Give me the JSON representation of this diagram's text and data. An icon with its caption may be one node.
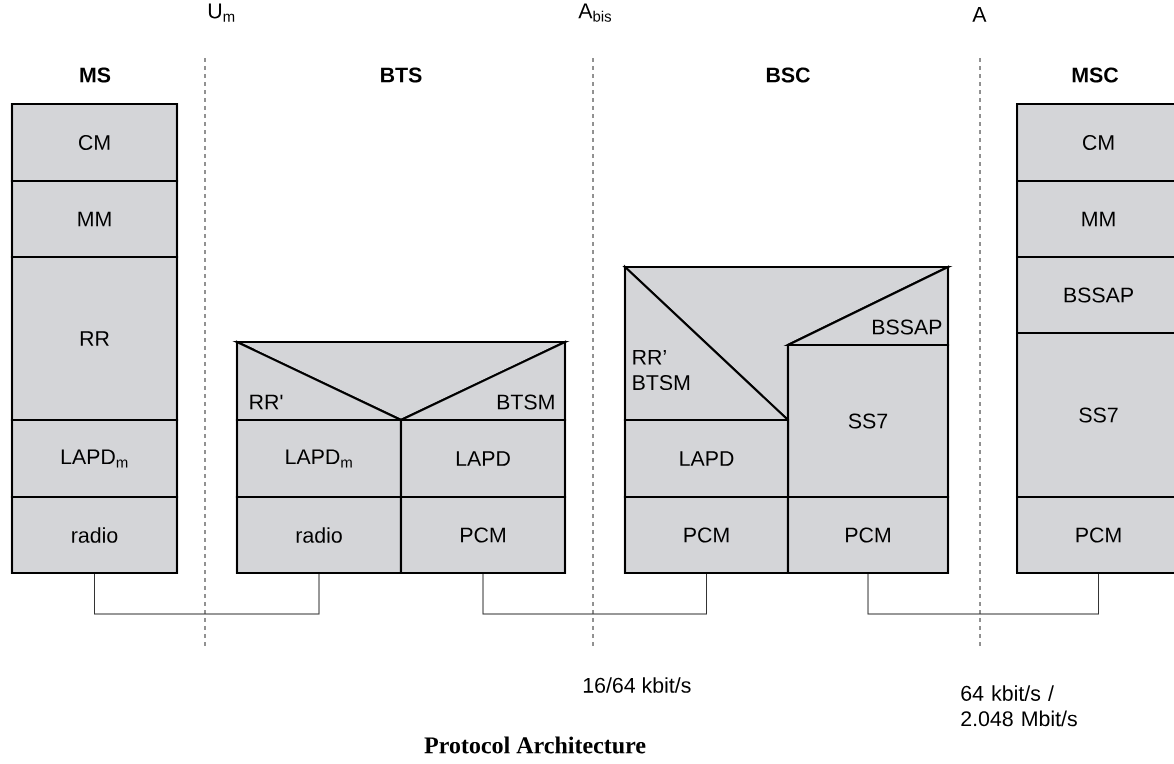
{
  "diagram": {
    "caption": "Protocol Architecture",
    "nodes": [
      {
        "text": [
          "CM"
        ]
      },
      {
        "text": [
          "MM"
        ]
      },
      {
        "text": [
          "RR"
        ]
      },
      {
        "text": [
          "LAPD$_{m}$"
        ]
      },
      {
        "text": [
          "radio"
        ]
      },
      {
        "text": [
          "RR'"
        ]
      },
      {
        "text": [
          "BTSM"
        ]
      },
      {
        "text": [
          "LAPD$_{m}$"
        ]
      },
      {
        "text": [
          "LAPD"
        ]
      },
      {
        "text": [
          "radio"
        ]
      },
      {
        "text": [
          "PCM"
        ]
      },
      {
        "text": [
          "RR’ BTSM"
        ]
      },
      {
        "text": [
          "BSSAP"
        ]
      },
      {
        "text": [
          "SS7"
        ]
      },
      {
        "text": [
          "LAPD"
        ]
      },
      {
        "text": [
          "PCM"
        ]
      },
      {
        "text": [
          "PCM"
        ]
      },
      {
        "text": [
          "CM"
        ]
      },
      {
        "text": [
          "MM"
        ]
      },
      {
        "text": [
          "BSSAP"
        ]
      },
      {
        "text": [
          "SS7"
        ]
      },
      {
        "text": [
          "PCM"
        ]
      }
    ],
    "edges": [
      {
        "from": 4,
        "to": 9,
        "arrow": "none"
      },
      {
        "from": 10,
        "to": 15,
        "arrow": "none"
      },
      {
        "from": 16,
        "to": 21,
        "arrow": "none"
      }
    ],
    "labels": [
      "U$_{m}$",
      "A$_{bis}$",
      "A",
      "MS",
      "BTS",
      "BSC",
      "MSC",
      "16/64 kbit/s",
      "64 kbit/s / 2.048 Mbit/s"
    ]
  }
}
